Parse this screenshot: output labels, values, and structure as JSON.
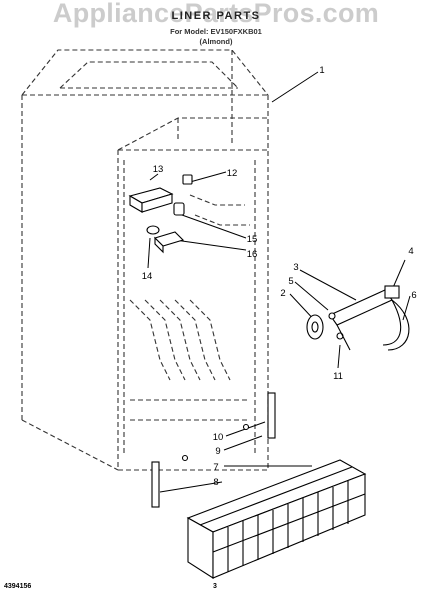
{
  "watermark": "AppliancePartsPros.com",
  "title": "LINER PARTS",
  "subtitle_model": "For Model: EV150FXKB01",
  "subtitle_color": "(Almond)",
  "callouts": [
    "1",
    "2",
    "3",
    "4",
    "5",
    "6",
    "7",
    "8",
    "9",
    "10",
    "11",
    "12",
    "13",
    "14",
    "15",
    "16"
  ],
  "footer": {
    "doc_number": "4394156",
    "page_number": "3"
  }
}
